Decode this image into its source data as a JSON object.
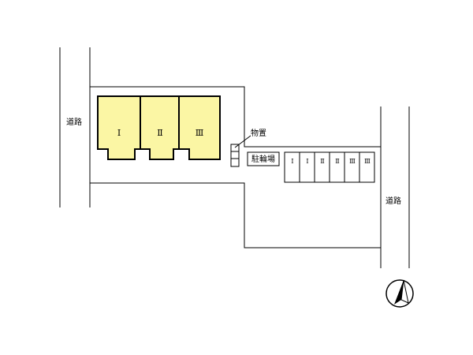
{
  "road_labels": [
    "道路",
    "道路"
  ],
  "units": [
    "Ⅰ",
    "Ⅱ",
    "Ⅲ"
  ],
  "storage_label": "物置",
  "bike_parking_label": "駐輪場",
  "parking_spaces": [
    "Ⅰ",
    "Ⅰ",
    "Ⅱ",
    "Ⅱ",
    "Ⅲ",
    "Ⅲ"
  ],
  "icons": {
    "north": "north-arrow-icon"
  },
  "colors": {
    "building_fill": "#fbf6a4",
    "line": "#000000"
  }
}
